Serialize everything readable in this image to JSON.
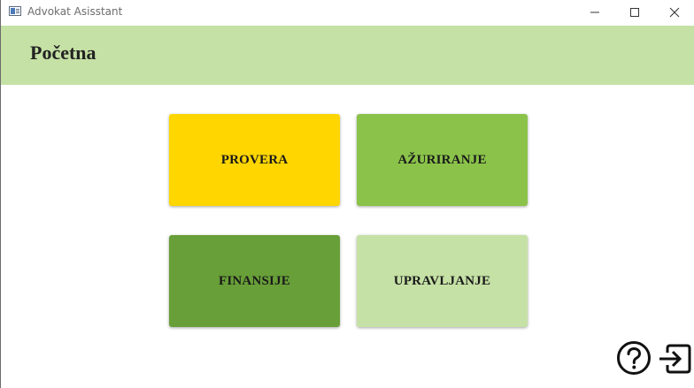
{
  "window": {
    "title": "Advokat Asisstant"
  },
  "header": {
    "title": "Početna",
    "background": "#c5e1a5"
  },
  "tiles": [
    {
      "label": "PROVERA",
      "color": "#ffd600"
    },
    {
      "label": "AŽURIRANJE",
      "color": "#8bc34a"
    },
    {
      "label": "FINANSIJE",
      "color": "#689f38"
    },
    {
      "label": "UPRAVLJANJE",
      "color": "#c5e1a5"
    }
  ],
  "icons": {
    "help": "help-circle-icon",
    "exit": "exit-to-app-icon",
    "minimize": "minimize-icon",
    "maximize": "maximize-icon",
    "close": "close-icon"
  }
}
